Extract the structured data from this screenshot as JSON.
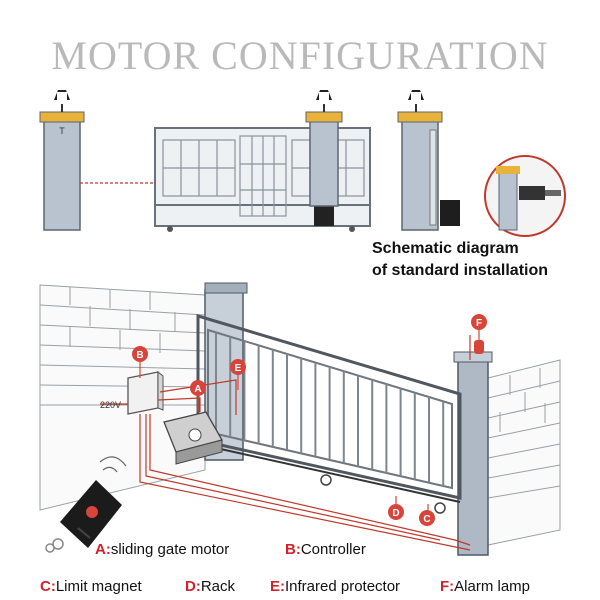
{
  "title": "MOTOR CONFIGURATION",
  "schematic_caption": [
    "Schematic diagram",
    "of standard installation"
  ],
  "voltage_label": "220V",
  "markers": [
    "A",
    "B",
    "C",
    "D",
    "E",
    "F"
  ],
  "legend": [
    {
      "key": "A:",
      "text": "sliding gate motor"
    },
    {
      "key": "B:",
      "text": "Controller"
    },
    {
      "key": "C:",
      "text": "Limit magnet"
    },
    {
      "key": "D:",
      "text": "Rack"
    },
    {
      "key": "E:",
      "text": "Infrared protector"
    },
    {
      "key": "F:",
      "text": "Alarm lamp"
    }
  ],
  "colors": {
    "marker": "#d9443a",
    "wire": "#c0392b",
    "post_cap": "#e8b23b",
    "pillar": "#a7b3c0"
  }
}
